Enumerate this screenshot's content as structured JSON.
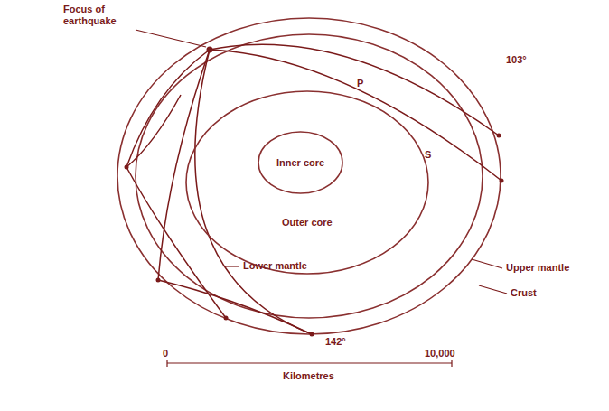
{
  "diagram": {
    "nodes": [
      {
        "text": [
          "Outer core"
        ]
      },
      {
        "text": [
          "Inner core"
        ],
        "in": 0
      }
    ],
    "labels": [
      "Focus of earthquake",
      "Lower mantle",
      "Upper mantle",
      "Crust",
      "P",
      "S",
      "103°",
      "142°",
      "0",
      "10,000",
      "Kilometres"
    ]
  }
}
